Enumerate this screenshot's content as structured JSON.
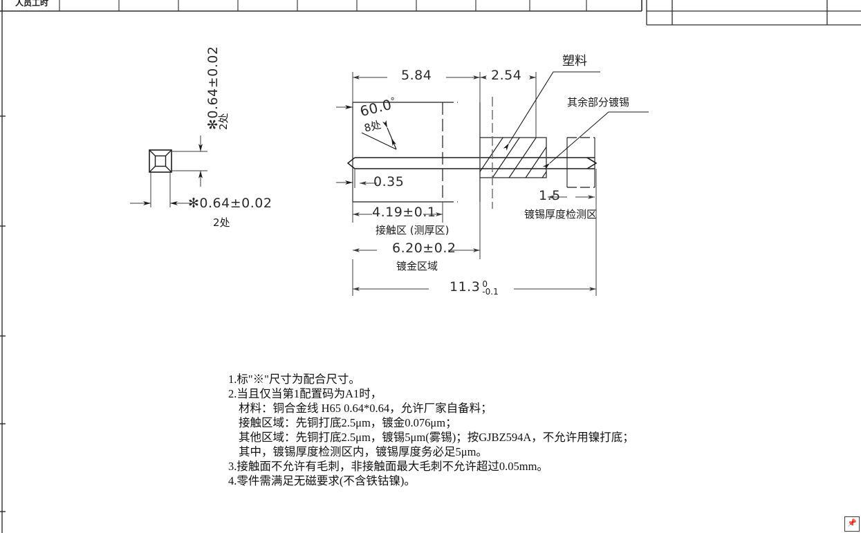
{
  "sheet": {
    "title_block_corner_label": "人员工时",
    "corner_icon": "pin-icon"
  },
  "left_view": {
    "vertical_dim": "✻0.64±0.02",
    "vertical_dim_note": "2处",
    "horizontal_dim": "✻0.64±0.02",
    "horizontal_dim_note": "2处"
  },
  "main_view": {
    "dim_584": "5.84",
    "dim_254": "2.54",
    "dim_035": "0.35",
    "dim_15": "1.5",
    "angle": "60.0",
    "angle_symbol": "°",
    "angle_note": "8处",
    "dim_419": "4.19±0.1",
    "dim_419_label": "接触区 (测厚区)",
    "dim_620": "6.20±0.2",
    "dim_620_label": "镀金区域",
    "dim_overall": "11.3",
    "dim_overall_tol_upper": "0",
    "dim_overall_tol_lower": "-0.1",
    "label_plastic": "塑料",
    "label_rest_tin": "其余部分镀锡",
    "label_tin_zone": "镀锡厚度检测区"
  },
  "notes": [
    "1.标\"※\"尺寸为配合尺寸。",
    "2.当且仅当第1配置码为A1时，",
    "材料：铜合金线 H65 0.64*0.64，允许厂家自备料；",
    "接触区域：先铜打底2.5μm，镀金0.076μm；",
    "其他区域：先铜打底2.5μm，镀锡5μm(雾锡)；按GJBZ594A，不允许用镍打底；",
    "其中，镀锡厚度检测区内，镀锡厚度务必足5μm。",
    "3.接触面不允许有毛刺，非接触面最大毛刺不允许超过0.05mm。",
    "4.零件需满足无磁要求(不含铁钴镍)。"
  ],
  "notes_indent": [
    false,
    false,
    true,
    true,
    true,
    true,
    false,
    false
  ],
  "colors": {
    "line": "#1a1a1a",
    "dim_line": "#3a3a3a",
    "table_line": "#2a2a2a",
    "background": "#ffffff"
  }
}
